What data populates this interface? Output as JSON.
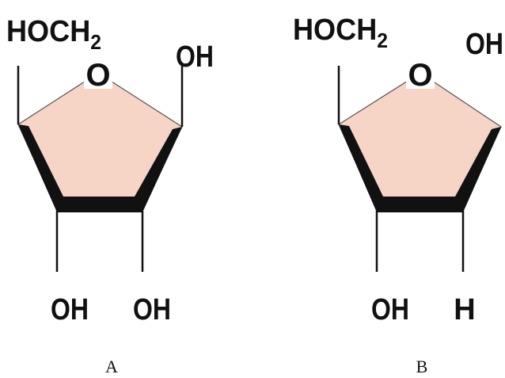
{
  "colors": {
    "ring_fill": "#f6d4c6",
    "bond": "#111111",
    "background": "#ffffff"
  },
  "structures": [
    {
      "caption": "A",
      "top_left_group": "HOCH",
      "top_left_subscript": "2",
      "ring_atom": "O",
      "top_right_group": "OH",
      "bottom_left_group": "OH",
      "bottom_right_group": "OH"
    },
    {
      "caption": "B",
      "top_left_group": "HOCH",
      "top_left_subscript": "2",
      "ring_atom": "O",
      "top_right_group": "OH",
      "bottom_left_group": "OH",
      "bottom_right_group": "H"
    }
  ]
}
